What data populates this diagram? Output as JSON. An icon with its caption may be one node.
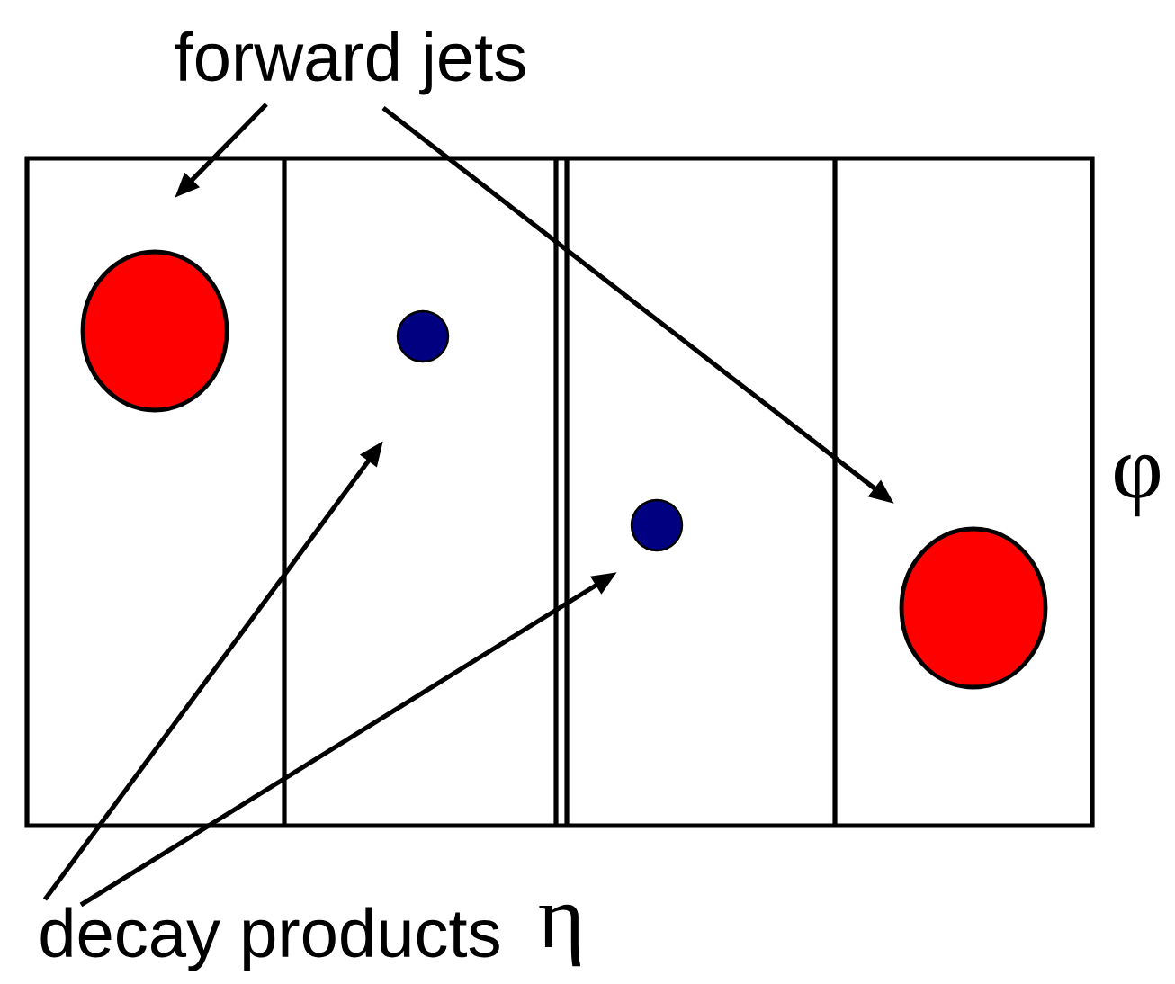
{
  "diagram": {
    "nodes": [
      {
        "text": [
          "forward jets"
        ]
      },
      {
        "text": [],
        "shape": "circle"
      },
      {
        "text": [],
        "shape": "circle"
      },
      {
        "text": [],
        "shape": "circle"
      },
      {
        "text": [],
        "shape": "circle"
      },
      {
        "text": [
          "decay products"
        ]
      }
    ],
    "edges": [
      {
        "from": 0,
        "to": 1,
        "arrow": "to"
      },
      {
        "from": 0,
        "to": 4,
        "arrow": "to"
      },
      {
        "from": 5,
        "to": 2,
        "arrow": "to"
      },
      {
        "from": 5,
        "to": 3,
        "arrow": "to"
      }
    ],
    "labels": [
      "φ",
      "η"
    ]
  }
}
